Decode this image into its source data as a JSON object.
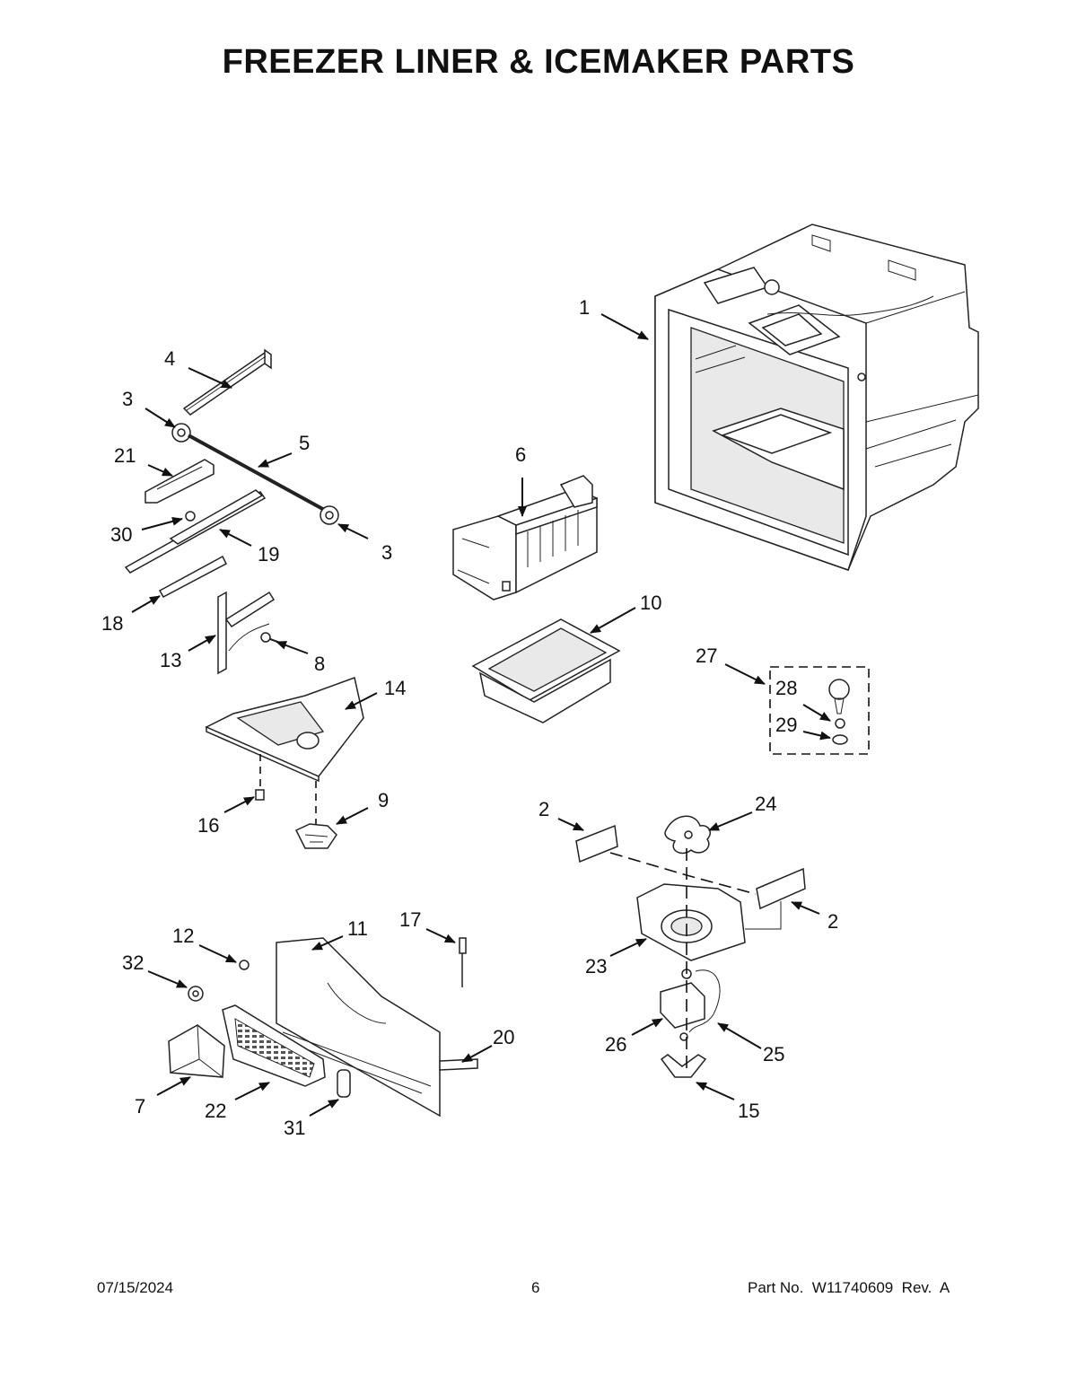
{
  "title": "FREEZER LINER & ICEMAKER PARTS",
  "footer": {
    "date": "07/15/2024",
    "page": "6",
    "part_no": "Part No.  W11740609  Rev.  A"
  },
  "callouts": [
    "1",
    "2",
    "2",
    "3",
    "3",
    "4",
    "5",
    "6",
    "7",
    "8",
    "9",
    "10",
    "11",
    "12",
    "13",
    "14",
    "15",
    "16",
    "17",
    "18",
    "19",
    "20",
    "21",
    "22",
    "23",
    "24",
    "25",
    "26",
    "27",
    "28",
    "29",
    "30",
    "31",
    "32"
  ]
}
